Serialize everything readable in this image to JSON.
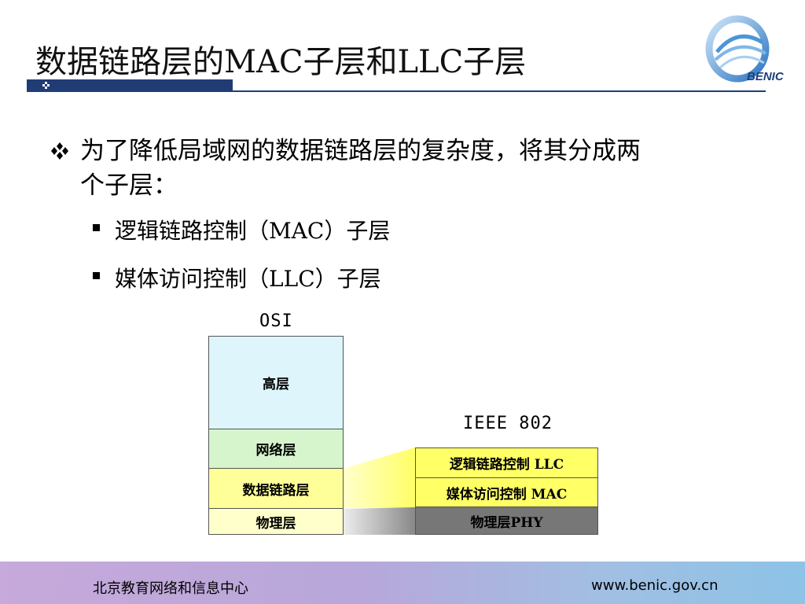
{
  "slide": {
    "title": "数据链路层的MAC子层和LLC子层",
    "logo_text": "BENIC"
  },
  "content": {
    "main_bullet_line1": "为了降低局域网的数据链路层的复杂度，将其分成两",
    "main_bullet_line2": "个子层：",
    "sub_bullets": [
      "逻辑链路控制（MAC）子层",
      "媒体访问控制（LLC）子层"
    ]
  },
  "diagram": {
    "osi_label": "OSI",
    "osi_layers": [
      "高层",
      "网络层",
      "数据链路层",
      "物理层"
    ],
    "ieee_label": "IEEE 802",
    "ieee_layers": [
      "逻辑链路控制 LLC",
      "媒体访问控制 MAC",
      "物理层PHY"
    ]
  },
  "footer": {
    "left": "北京教育网络和信息中心",
    "right": "www.benic.gov.cn"
  },
  "colors": {
    "title_bar": "#213b75",
    "osi_high": "#ddf5fb",
    "osi_network": "#d6f5cc",
    "osi_datalink": "#ffff99",
    "osi_physical": "#ffffcc",
    "ieee_sublayers": "#ffff66",
    "ieee_phy": "#777777"
  }
}
